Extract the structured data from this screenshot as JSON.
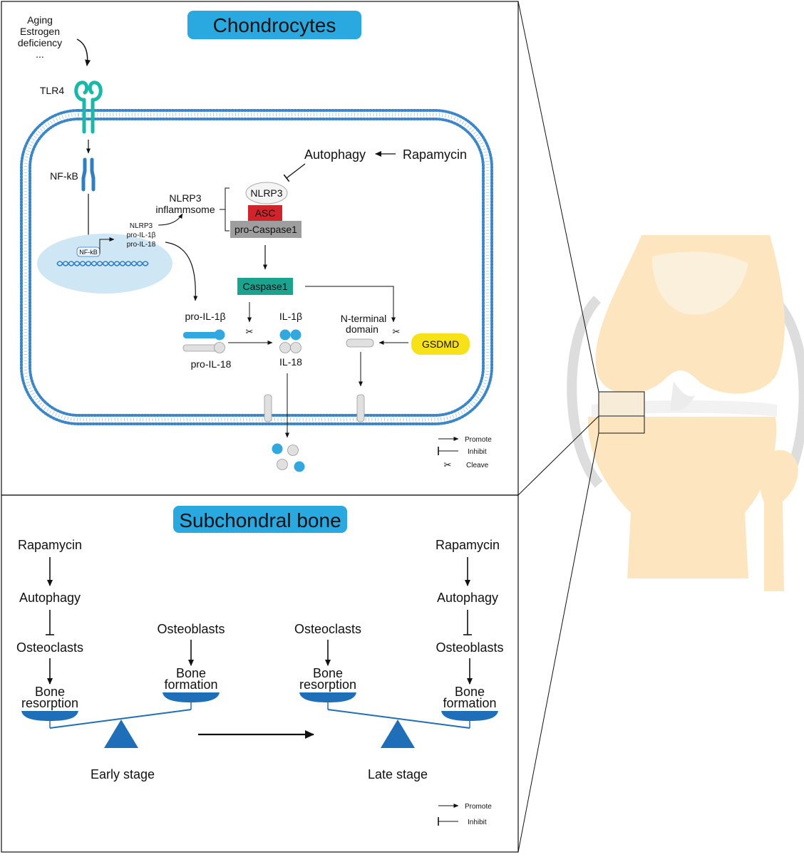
{
  "chondrocytes": {
    "title": "Chondrocytes",
    "stimulus": {
      "line1": "Aging",
      "line2": "Estrogen",
      "line3": "deficiency",
      "line4": "..."
    },
    "tlr4": "TLR4",
    "nfkb": "NF-kB",
    "nucleus_nfkb": "NF-kB",
    "genes": {
      "line1": "NLRP3",
      "line2": "pro-IL-1β",
      "line3": "pro-IL-18"
    },
    "inflammasome": {
      "line1": "NLRP3",
      "line2": "inflammsome"
    },
    "autophagy": "Autophagy",
    "rapamycin": "Rapamycin",
    "complex": {
      "nlrp3": "NLRP3",
      "asc": "ASC",
      "procaspase": "pro-Caspase1"
    },
    "caspase1": "Caspase1",
    "pro_il1b": "pro-IL-1β",
    "pro_il18": "pro-IL-18",
    "il1b": "IL-1β",
    "il18": "IL-18",
    "nterminal": {
      "line1": "N-terminal",
      "line2": "domain"
    },
    "gsdmd": "GSDMD",
    "legend": {
      "promote": "Promote",
      "inhibit": "Inhibit",
      "cleave": "Cleave"
    }
  },
  "subchondral": {
    "title": "Subchondral bone",
    "left": {
      "rapamycin": "Rapamycin",
      "autophagy": "Autophagy",
      "osteoclasts": "Osteoclasts",
      "resorption": {
        "line1": "Bone",
        "line2": "resorption"
      },
      "osteoblasts": "Osteoblasts",
      "formation": {
        "line1": "Bone",
        "line2": "formation"
      },
      "stage": "Early stage"
    },
    "right": {
      "osteoclasts": "Osteoclasts",
      "resorption": {
        "line1": "Bone",
        "line2": "resorption"
      },
      "rapamycin": "Rapamycin",
      "autophagy": "Autophagy",
      "osteoblasts": "Osteoblasts",
      "formation": {
        "line1": "Bone",
        "line2": "formation"
      },
      "stage": "Late stage"
    },
    "legend": {
      "promote": "Promote",
      "inhibit": "Inhibit"
    }
  },
  "colors": {
    "title_pill": "#2aa8e0",
    "membrane": "#3a86c8",
    "tlr4": "#19b8a8",
    "nfkb": "#2f7fc0",
    "nucleus": "#cfe6f5",
    "asc": "#d1232a",
    "procaspase": "#9e9e9e",
    "caspase1": "#1aa38f",
    "gsdmd": "#f7e21a",
    "cytokine_blue": "#31a8e0",
    "cytokine_gray": "#e0e0e0",
    "balance": "#1f6fb8",
    "knee": "#fde6bf",
    "ligament": "#dddddd"
  }
}
